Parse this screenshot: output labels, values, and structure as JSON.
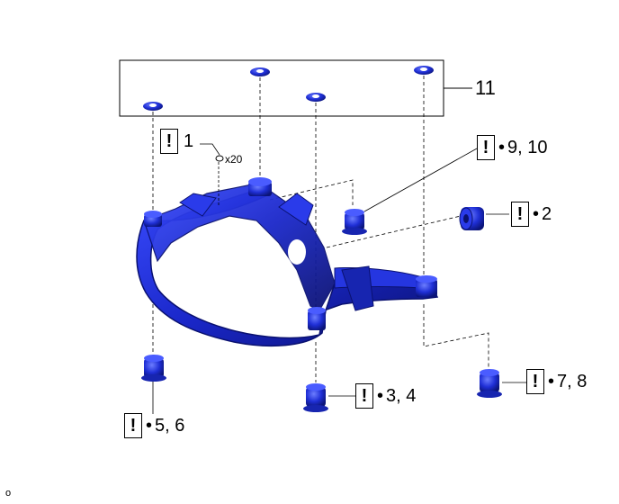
{
  "callouts": {
    "item_1": {
      "warn": "!",
      "number": "1",
      "qty": "x20"
    },
    "item_2": {
      "warn": "!",
      "number": "2"
    },
    "item_3_4": {
      "warn": "!",
      "number": "3, 4"
    },
    "item_5_6": {
      "warn": "!",
      "number": "5, 6"
    },
    "item_7_8": {
      "warn": "!",
      "number": "7, 8"
    },
    "item_9_10": {
      "warn": "!",
      "number": "9, 10"
    },
    "item_11": {
      "number": "11"
    }
  },
  "footer_mark": "o",
  "colors": {
    "part_blue": "#1f2fd6",
    "part_dark": "#0d1690",
    "line": "#000000"
  }
}
